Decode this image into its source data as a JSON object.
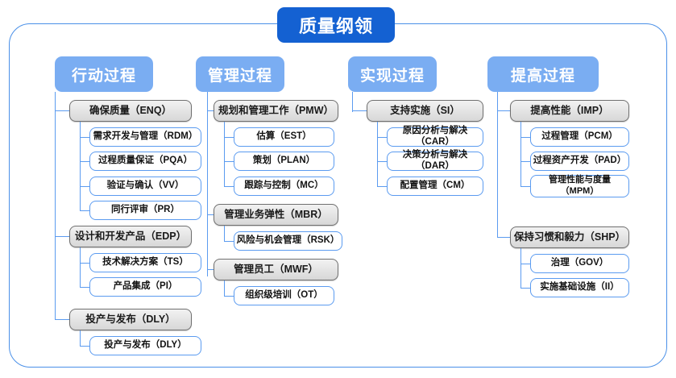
{
  "diagram": {
    "type": "tree",
    "root": {
      "label": "质量纲领"
    },
    "columns": [
      {
        "id": "action",
        "header": "行动过程",
        "groups": [
          {
            "label": "确保质量（ENQ）",
            "children": [
              "需求开发与管理（RDM）",
              "过程质量保证（PQA）",
              "验证与确认（VV）",
              "同行评审（PR）"
            ]
          },
          {
            "label": "设计和开发产品（EDP）",
            "children": [
              "技术解决方案（TS）",
              "产品集成（PI）"
            ]
          },
          {
            "label": "投产与发布（DLY）",
            "children": [
              "投产与发布（DLY）"
            ]
          }
        ]
      },
      {
        "id": "manage",
        "header": "管理过程",
        "groups": [
          {
            "label": "规划和管理工作（PMW）",
            "children": [
              "估算（EST）",
              "策划（PLAN）",
              "跟踪与控制（MC）"
            ]
          },
          {
            "label": "管理业务弹性（MBR）",
            "children": [
              "风险与机会管理（RSK）"
            ]
          },
          {
            "label": "管理员工（MWF）",
            "children": [
              "组织级培训（OT）"
            ]
          }
        ]
      },
      {
        "id": "realize",
        "header": "实现过程",
        "groups": [
          {
            "label": "支持实施（SI）",
            "children": [
              "原因分析与解决（CAR）",
              "决策分析与解决（DAR）",
              "配置管理（CM）"
            ]
          }
        ]
      },
      {
        "id": "improve",
        "header": "提高过程",
        "groups": [
          {
            "label": "提高性能（IMP）",
            "children": [
              "过程管理（PCM）",
              "过程资产开发（PAD）",
              "管理性能与度量\n（MPM）"
            ]
          },
          {
            "label": "保持习惯和毅力（SHP）",
            "children": [
              "治理（GOV）",
              "实施基础设施（II）"
            ]
          }
        ]
      }
    ],
    "colors": {
      "root_fill": "#1461d2",
      "header_fill": "#7aadf2",
      "connector": "#5b9bf0",
      "frame_border": "#4a90e8",
      "group_border": "#6f6f6f",
      "group_fill_top": "#f2f2f2",
      "group_fill_bottom": "#d7d7d7",
      "leaf_border": "#5b9bf0",
      "leaf_fill": "#ffffff",
      "text_dark": "#121212",
      "text_light": "#ffffff"
    }
  }
}
